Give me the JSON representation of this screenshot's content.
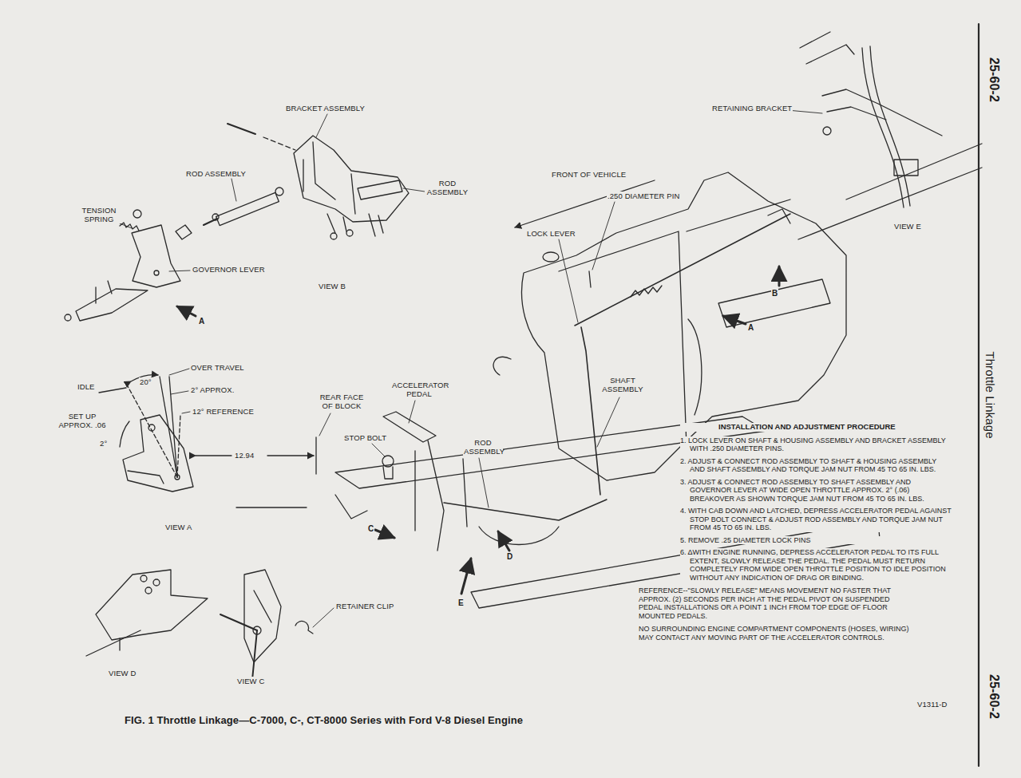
{
  "diagram": {
    "title": "Throttle Linkage",
    "caption": "FIG. 1 Throttle Linkage—C-7000, C-, CT-8000 Series with Ford V-8 Diesel Engine",
    "labels": [
      "25-60-2",
      "25-60-2",
      "BRACKET ASSEMBLY",
      "RETAINING BRACKET",
      "VIEW E",
      "ROD ASSEMBLY",
      "ROD ASSEMBLY",
      "FRONT OF VEHICLE",
      ".250 DIAMETER PIN",
      "TENSION SPRING",
      "LOCK LEVER",
      "GOVERNOR LEVER",
      "VIEW B",
      "A",
      "B",
      "A",
      "IDLE",
      "20°",
      "OVER TRAVEL",
      "2° APPROX.",
      "12° REFERENCE",
      "SET UP APPROX. .06",
      "2°",
      "12.94",
      "REAR FACE OF BLOCK",
      "ACCELERATOR PEDAL",
      "STOP BOLT",
      "ROD ASSEMBLY",
      "SHAFT ASSEMBLY",
      "VIEW A",
      "C",
      "D",
      "E",
      "RETAINER CLIP",
      "VIEW D",
      "VIEW C",
      "INSTALLATION AND ADJUSTMENT PROCEDURE",
      "1. LOCK LEVER ON SHAFT & HOUSING ASSEMBLY AND BRACKET ASSEMBLY WITH .250 DIAMETER PINS.",
      "2. ADJUST & CONNECT ROD ASSEMBLY TO SHAFT & HOUSING ASSEMBLY AND SHAFT ASSEMBLY AND TORQUE JAM NUT FROM 45 TO 65 IN. LBS.",
      "3. ADJUST & CONNECT ROD ASSEMBLY TO SHAFT ASSEMBLY AND GOVERNOR LEVER AT WIDE OPEN THROTTLE APPROX. 2° (.06) BREAKOVER AS SHOWN TORQUE JAM NUT FROM 45 TO 65 IN. LBS.",
      "4. WITH CAB DOWN AND LATCHED, DEPRESS ACCELERATOR PEDAL AGAINST STOP BOLT CONNECT & ADJUST ROD ASSEMBLY AND TORQUE JAM NUT FROM 45 TO 65 IN. LBS.",
      "5. REMOVE .25 DIAMETER LOCK PINS",
      "6. ΔWITH ENGINE RUNNING, DEPRESS ACCELERATOR PEDAL TO ITS FULL EXTENT, SLOWLY RELEASE THE PEDAL. THE PEDAL MUST RETURN COMPLETELY FROM WIDE OPEN THROTTLE POSITION TO IDLE POSITION WITHOUT ANY INDICATION OF DRAG OR BINDING.",
      "REFERENCE--\"SLOWLY RELEASE\" MEANS MOVEMENT NO FASTER THAT APPROX. (2) SECONDS PER INCH AT THE PEDAL PIVOT ON SUSPENDED PEDAL INSTALLATIONS OR A POINT 1 INCH FROM TOP EDGE OF FLOOR MOUNTED PEDALS.",
      "NO SURROUNDING ENGINE COMPARTMENT COMPONENTS (HOSES, WIRING) MAY CONTACT ANY MOVING PART OF THE ACCELERATOR CONTROLS.",
      "V1311-D"
    ]
  }
}
